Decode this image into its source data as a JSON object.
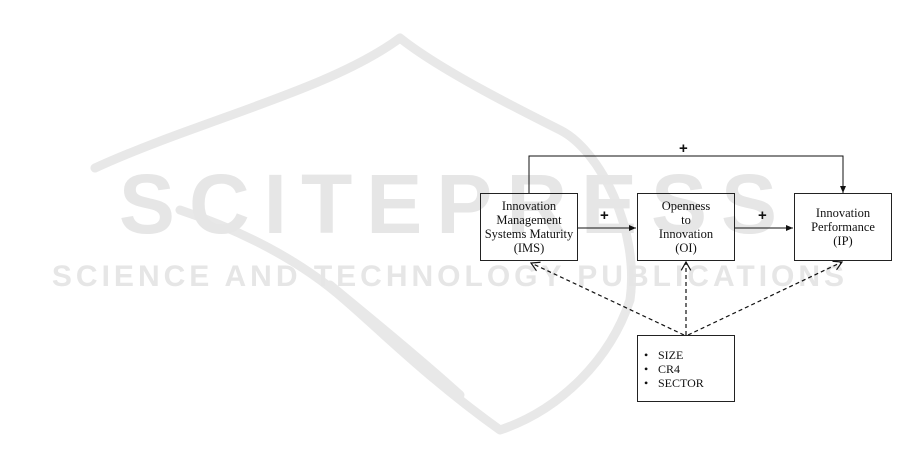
{
  "watermark": {
    "title": "SCITEPRESS",
    "subtitle": "SCIENCE AND TECHNOLOGY PUBLICATIONS",
    "color": "#e2e2e2"
  },
  "nodes": {
    "ims": {
      "label": "Innovation\nManagement\nSystems Maturity\n(IMS)"
    },
    "oi": {
      "label": "Openness\nto\nInnovation\n(OI)"
    },
    "ip": {
      "label": "Innovation\nPerformance\n(IP)"
    }
  },
  "edges": {
    "ims_oi": {
      "sign": "+"
    },
    "oi_ip": {
      "sign": "+"
    },
    "ims_ip": {
      "sign": "+"
    }
  },
  "controls": {
    "bullet": "•",
    "items": [
      "SIZE",
      "CR4",
      "SECTOR"
    ]
  }
}
